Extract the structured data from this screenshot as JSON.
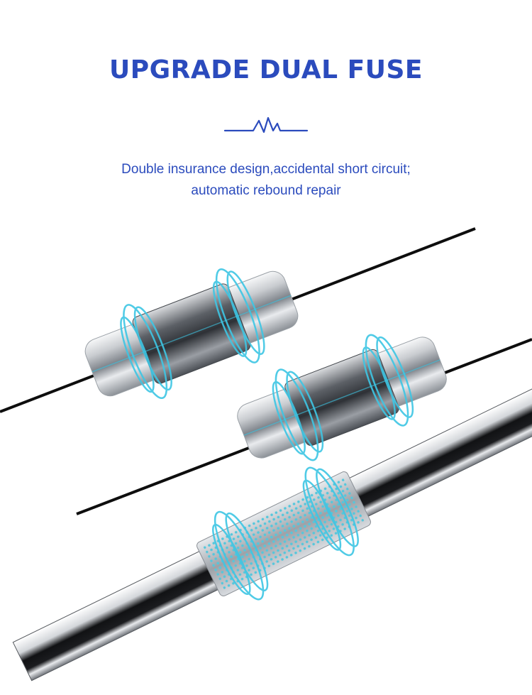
{
  "title": "UPGRADE DUAL FUSE",
  "subtitle_line1": "Double insurance design,accidental short circuit;",
  "subtitle_line2": "automatic rebound repair",
  "colors": {
    "accent_blue": "#2b4bbd",
    "ring_cyan": "#3ec6e4",
    "wire": "#111111",
    "metal": "#b8bcc2"
  },
  "icons": [
    "pulse-divider-icon"
  ],
  "illustration": {
    "fuses": [
      "upper-cartridge-fuse",
      "middle-cartridge-fuse",
      "lower-mesh-fuse"
    ]
  }
}
